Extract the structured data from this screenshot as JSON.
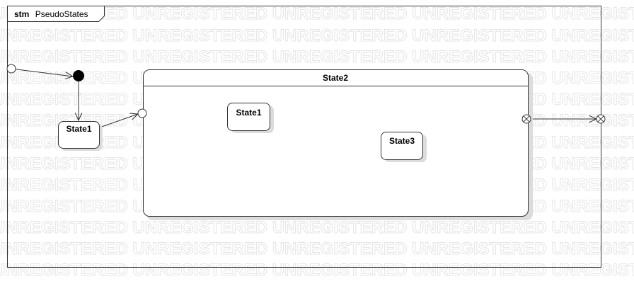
{
  "watermark": "UNREGISTERED UNREGISTERED UNREGISTERED UNREGISTERED UNREGISTERED",
  "frame": {
    "keyword": "stm",
    "name": "PseudoStates"
  },
  "states": {
    "outer_state1": "State1",
    "state2": "State2",
    "inner_state1": "State1",
    "inner_state3": "State3"
  }
}
